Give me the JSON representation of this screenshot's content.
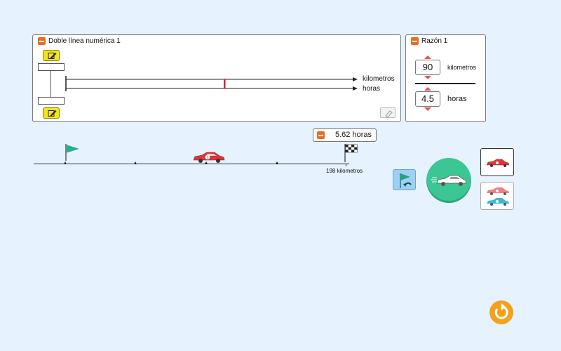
{
  "number_line_panel": {
    "title": "Doble línea numérica 1",
    "top_label": "kilometros",
    "bottom_label": "horas",
    "marker_color": "#e0202a"
  },
  "ratio_panel": {
    "title": "Razón 1",
    "numerator_value": "90",
    "numerator_unit": "kilometros",
    "denominator_value": "4.5",
    "denominator_unit": "horas"
  },
  "race": {
    "time_label": "5.62 horas",
    "distance_label": "198 kilometros",
    "car_number": "1",
    "car_color": "#e03436"
  },
  "controls": {
    "selected_car_color": "#e03436",
    "pair_car_colors": [
      "#f07f7f",
      "#3fb7d4"
    ]
  },
  "icons": {
    "minimize": "minus-icon",
    "edit": "edit-icon",
    "eraser": "eraser-icon",
    "start_flag": "flag-icon",
    "finish_flag": "checkered-flag-icon",
    "back_to_start": "flag-return-icon",
    "go": "car-icon",
    "reset": "reset-icon"
  }
}
